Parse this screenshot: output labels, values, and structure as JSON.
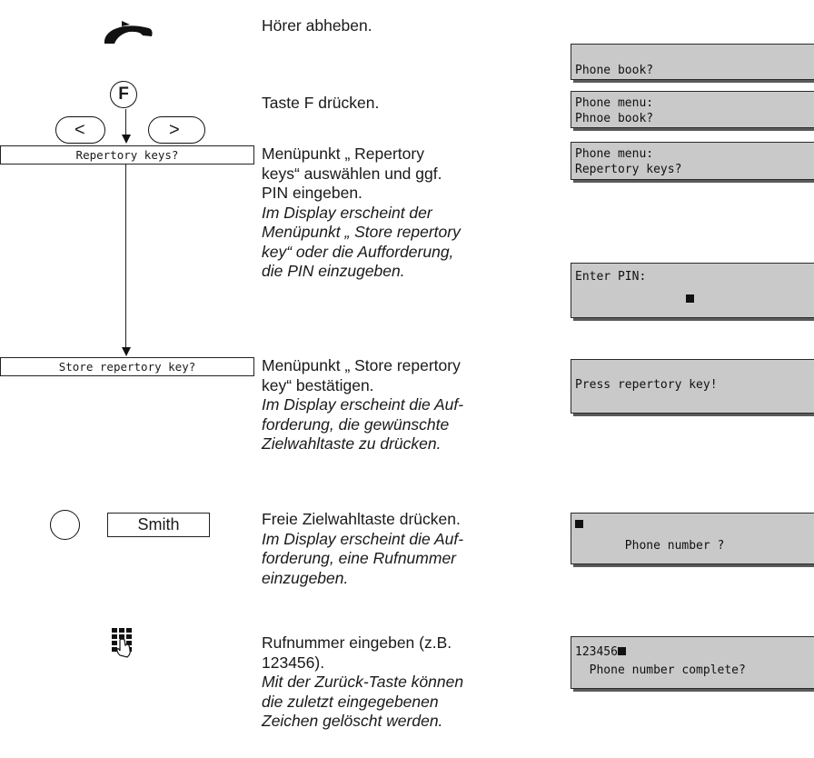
{
  "steps": [
    {
      "id": "lift-handset",
      "icon": "handset-icon",
      "desc_normal": [
        "Hörer abheben."
      ],
      "desc_italic": [],
      "display": [
        "",
        "Phone book?"
      ]
    },
    {
      "id": "press-f",
      "icon": "f-key-with-arrows-icon",
      "keys": {
        "f_label": "F",
        "left_label": "<",
        "right_label": ">"
      },
      "desc_normal": [
        "Taste F drücken."
      ],
      "desc_italic": [],
      "display": [
        "Phone menu:",
        "Phnoe book?"
      ]
    },
    {
      "id": "select-repertory",
      "menu_label": "Repertory keys?",
      "desc_normal": [
        "Menüpunkt „ Repertory",
        "keys“ auswählen und ggf.",
        "PIN eingeben."
      ],
      "desc_italic": [
        "Im Display erscheint der",
        "Menüpunkt „ Store repertory",
        "key“ oder die Aufforderung,",
        "die PIN einzugeben."
      ],
      "display": [
        "Phone menu:",
        "Repertory keys?"
      ],
      "display_pin": [
        "Enter PIN:",
        ""
      ]
    },
    {
      "id": "confirm-store",
      "menu_label": "Store repertory key?",
      "desc_normal": [
        "Menüpunkt „ Store repertory",
        "key“ bestätigen."
      ],
      "desc_italic": [
        "Im Display erscheint die Auf-",
        "forderung, die gewünschte",
        "Zielwahltaste zu drücken."
      ],
      "display": [
        "Press repertory key!",
        ""
      ]
    },
    {
      "id": "press-free-key",
      "key_label": "Smith",
      "desc_normal": [
        "Freie Zielwahltaste drücken."
      ],
      "desc_italic": [
        "Im Display erscheint die Auf-",
        "forderung, eine Rufnummer",
        "einzugeben."
      ],
      "display": [
        "",
        "       Phone number ?"
      ]
    },
    {
      "id": "enter-number",
      "icon": "keypad-icon",
      "desc_normal": [
        "Rufnummer eingeben (z.B.",
        "123456)."
      ],
      "desc_italic": [
        "Mit der Zurück-Taste können",
        "die zuletzt eingegebenen",
        "Zeichen gelöscht werden."
      ],
      "display": [
        "123456",
        "  Phone number complete?"
      ]
    }
  ]
}
